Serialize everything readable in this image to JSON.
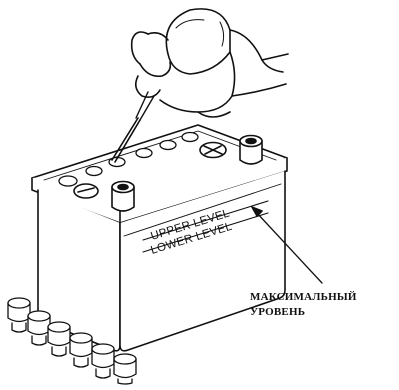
{
  "illustration": {
    "subject": "battery-electrolyte-refill",
    "line_color": "#111111",
    "fill_color": "#ffffff"
  },
  "case_labels": {
    "upper": "UPPER LEVEL",
    "lower": "LOWER LEVEL"
  },
  "callout": {
    "line1": "МАКСИМАЛЬНЫЙ",
    "line2": "УРОВЕНЬ"
  }
}
